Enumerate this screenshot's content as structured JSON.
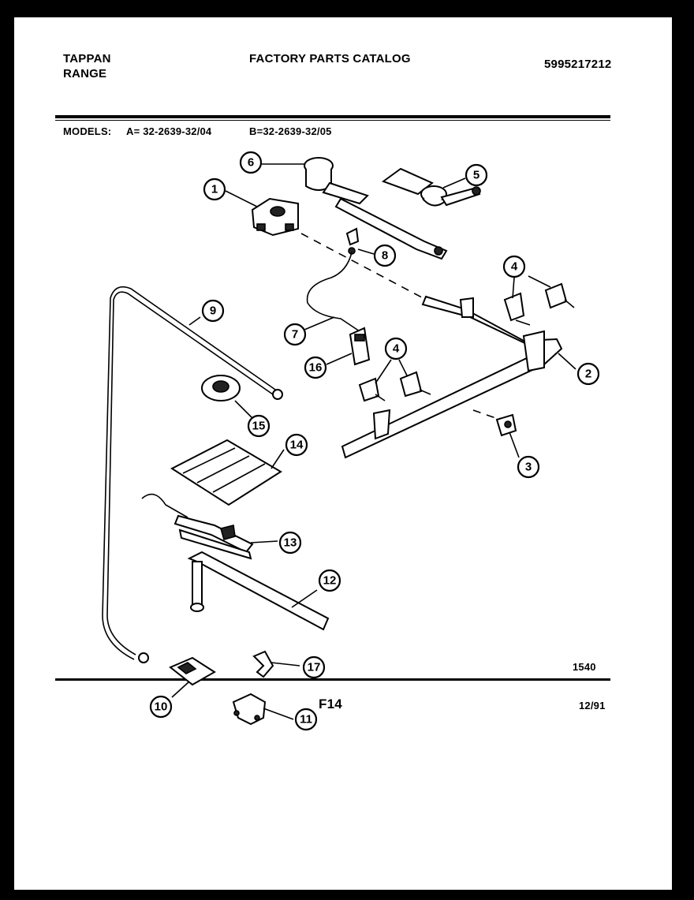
{
  "header": {
    "brand": "TAPPAN",
    "product": "RANGE",
    "title": "FACTORY PARTS CATALOG",
    "catalog_number": "5995217212",
    "models_label": "MODELS:",
    "model_a": "A= 32-2639-32/04",
    "model_b": "B=32-2639-32/05"
  },
  "callouts": {
    "c1": "1",
    "c2": "2",
    "c3": "3",
    "c4a": "4",
    "c4b": "4",
    "c5": "5",
    "c6": "6",
    "c7": "7",
    "c8": "8",
    "c9": "9",
    "c10": "10",
    "c11": "11",
    "c12": "12",
    "c13": "13",
    "c14": "14",
    "c15": "15",
    "c16": "16",
    "c17": "17"
  },
  "footer": {
    "diagram_code": "1540",
    "page": "F14",
    "date": "12/91"
  }
}
